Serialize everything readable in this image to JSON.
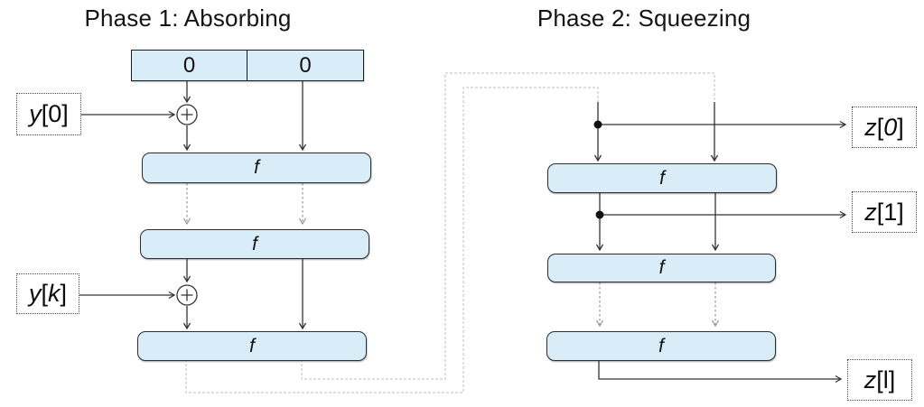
{
  "phase1": {
    "title": "Phase 1: Absorbing",
    "state_cells": [
      "0",
      "0"
    ],
    "rounds": [
      {
        "label": "f"
      },
      {
        "label": "f"
      },
      {
        "label": "f"
      }
    ],
    "inputs": {
      "y0": {
        "segments": [
          {
            "t": "y",
            "i": true
          },
          {
            "t": "[0]",
            "i": false
          }
        ]
      },
      "yk": {
        "segments": [
          {
            "t": "y",
            "i": true
          },
          {
            "t": "[",
            "i": false
          },
          {
            "t": "k",
            "i": true
          },
          {
            "t": "]",
            "i": false
          }
        ]
      }
    },
    "xor_icon": "⊕"
  },
  "phase2": {
    "title": "Phase 2: Squeezing",
    "rounds": [
      {
        "label": "f"
      },
      {
        "label": "f"
      },
      {
        "label": "f"
      }
    ],
    "outputs": {
      "z0": {
        "segments": [
          {
            "t": "z",
            "i": true
          },
          {
            "t": "[",
            "i": false
          },
          {
            "t": "0",
            "i": true
          },
          {
            "t": "]",
            "i": false
          }
        ]
      },
      "z1": {
        "segments": [
          {
            "t": "z",
            "i": true
          },
          {
            "t": "[1]",
            "i": false
          }
        ]
      },
      "zl": {
        "segments": [
          {
            "t": "z",
            "i": true
          },
          {
            "t": "[l]",
            "i": false
          }
        ]
      }
    }
  },
  "colors": {
    "box_fill": "#d9edf8",
    "box_border": "#2e2e2e",
    "solid_arrow": "#333333",
    "dashed_arrow": "#8f8f8f",
    "feedback_line": "#c9c9c9",
    "text": "#111111"
  }
}
